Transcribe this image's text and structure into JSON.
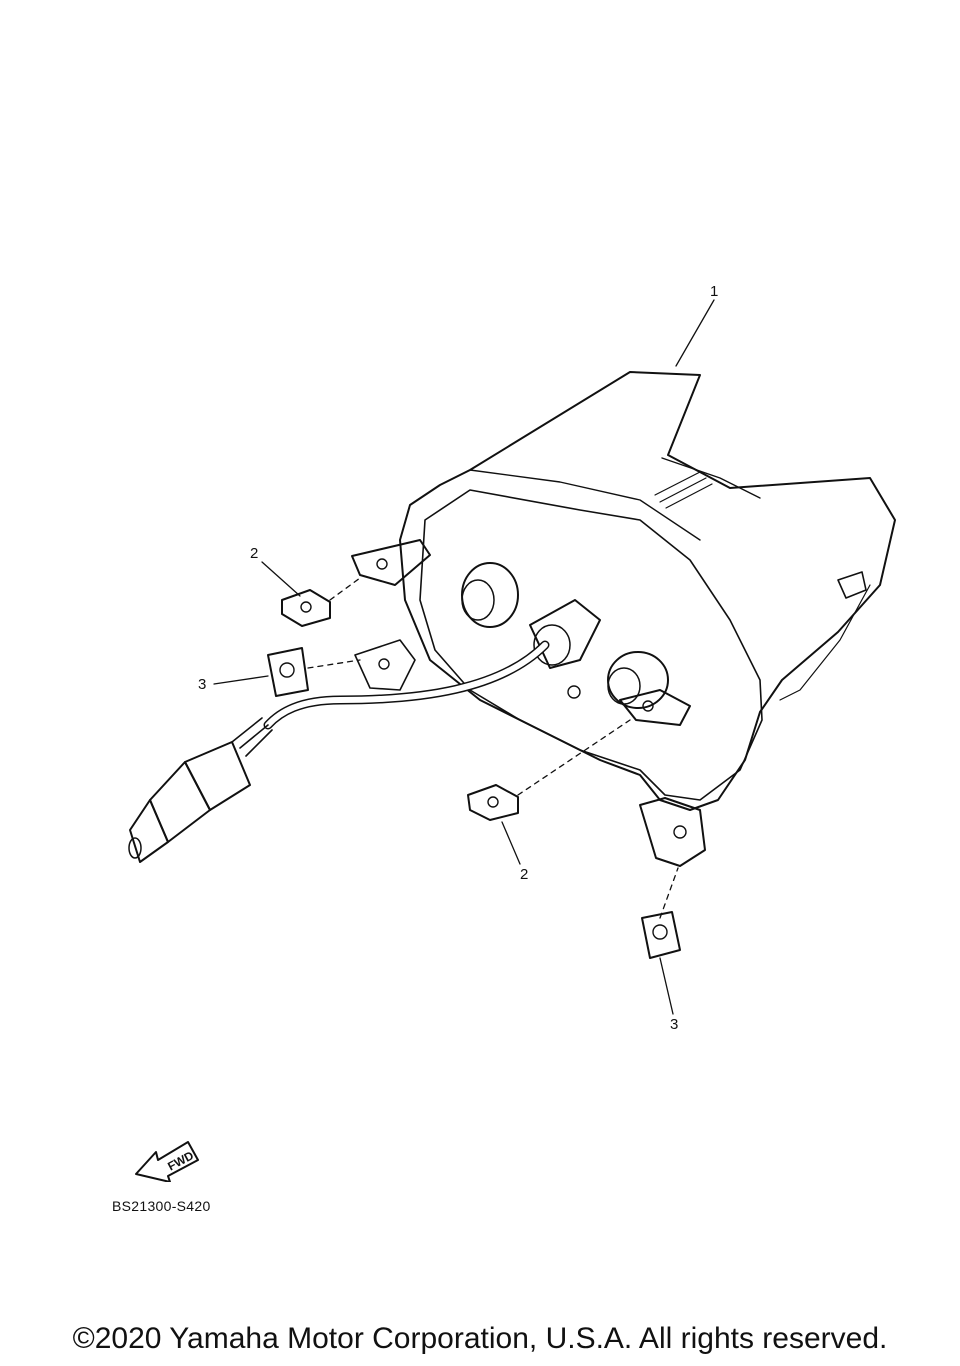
{
  "callouts": {
    "part_1": "1",
    "part_2_upper": "2",
    "part_3_upper": "3",
    "part_2_lower": "2",
    "part_3_lower": "3"
  },
  "fwd_label": "FWD",
  "reference_code": "BS21300-S420",
  "copyright": "©2020 Yamaha Motor Corporation, U.S.A. All rights reserved."
}
